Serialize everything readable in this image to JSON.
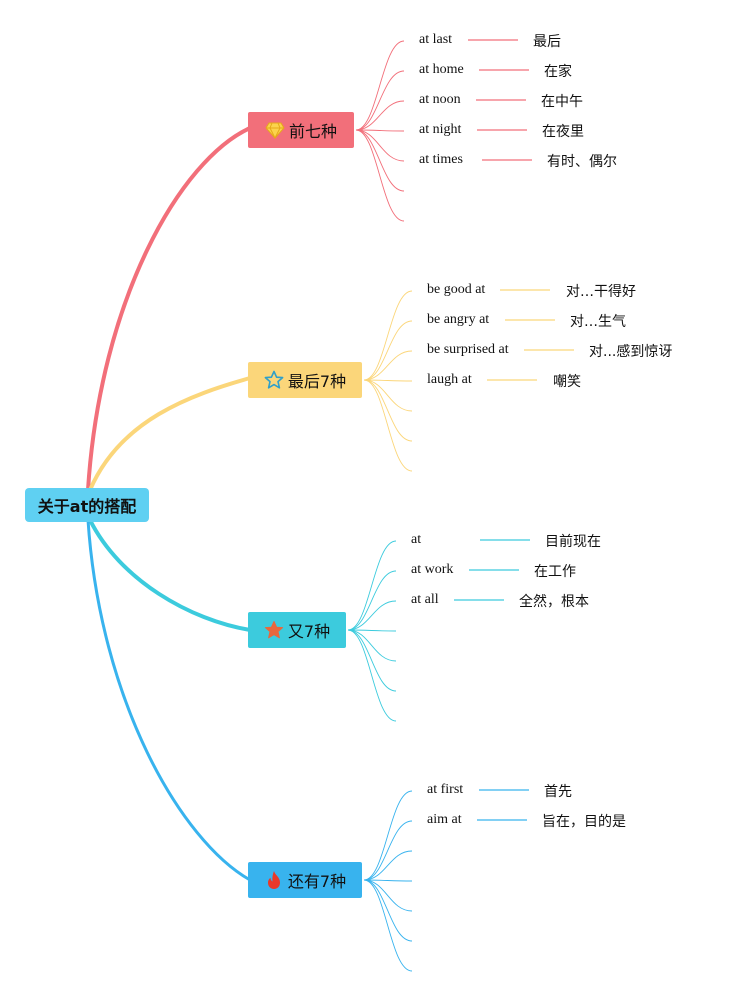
{
  "root": {
    "label": "关于at的搭配",
    "color": "#5fd0f2"
  },
  "branches": [
    {
      "label": "前七种",
      "icon": "gem-icon",
      "color": "#f26f7a",
      "lineColor": "#f26f7a",
      "items": [
        {
          "phrase": "at last",
          "meaning": "最后"
        },
        {
          "phrase": "at home",
          "meaning": "在家"
        },
        {
          "phrase": "at noon",
          "meaning": "在中午"
        },
        {
          "phrase": "at night",
          "meaning": "在夜里"
        },
        {
          "phrase": "at times",
          "meaning": "有时、偶尔"
        }
      ]
    },
    {
      "label": "最后7种",
      "icon": "star-outline-icon",
      "color": "#fbd67a",
      "lineColor": "#fbd67a",
      "items": [
        {
          "phrase": "be good at",
          "meaning": "对…干得好"
        },
        {
          "phrase": "be angry at",
          "meaning": "对…生气"
        },
        {
          "phrase": "be surprised at",
          "meaning": "对...感到惊讶"
        },
        {
          "phrase": "laugh at",
          "meaning": "嘲笑"
        }
      ]
    },
    {
      "label": "又7种",
      "icon": "star-filled-icon",
      "color": "#3ccbdd",
      "lineColor": "#3ccbdd",
      "items": [
        {
          "phrase": "at",
          "meaning": "目前现在"
        },
        {
          "phrase": "at work",
          "meaning": "在工作"
        },
        {
          "phrase": "at all",
          "meaning": "全然，根本"
        }
      ]
    },
    {
      "label": "还有7种",
      "icon": "flame-icon",
      "color": "#38b3ee",
      "lineColor": "#38b3ee",
      "items": [
        {
          "phrase": "at first",
          "meaning": "首先"
        },
        {
          "phrase": "aim at",
          "meaning": "旨在，目的是"
        }
      ]
    }
  ]
}
